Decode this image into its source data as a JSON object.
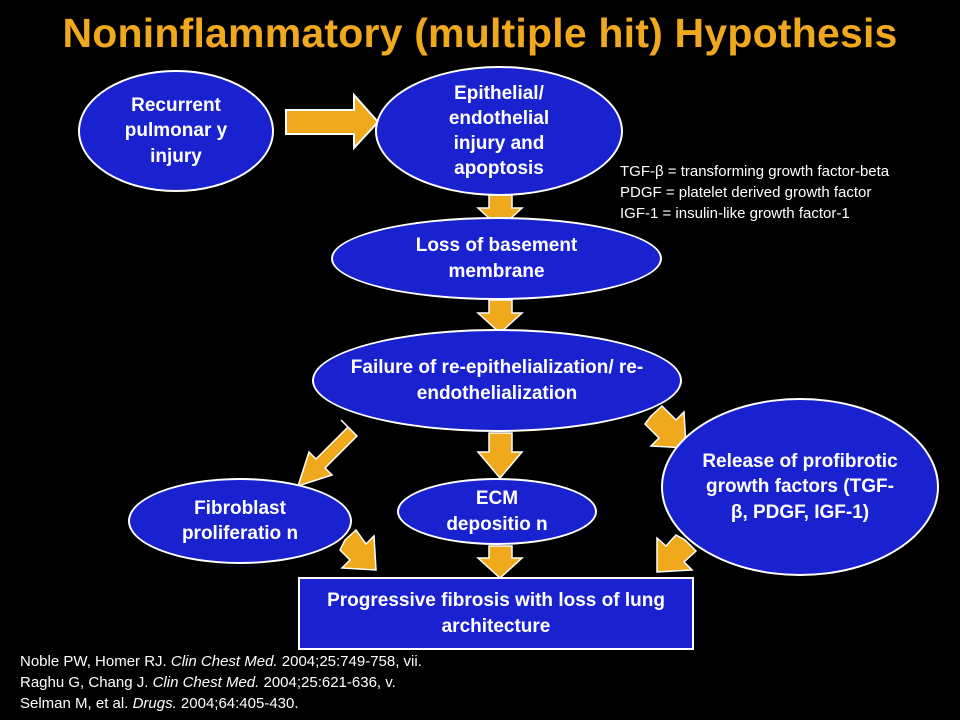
{
  "title": "Noninflammatory (multiple hit) Hypothesis",
  "colors": {
    "accent": "#f0a81c",
    "node_fill": "#1a22d0",
    "text": "#ffffff",
    "background": "#000000"
  },
  "nodes": {
    "recurrent": "Recurrent pulmonar y injury",
    "epithelial": "Epithelial/ endothelial injury and apoptosis",
    "basement": "Loss of basement membrane",
    "failure": "Failure of re-epithelialization/ re-endothelialization",
    "fibroblast": "Fibroblast proliferatio n",
    "ecm": "ECM depositio n",
    "release": "Release of profibrotic growth factors (TGF-β, PDGF, IGF-1)",
    "progressive": "Progressive fibrosis with loss of lung architecture"
  },
  "abbreviations": [
    "TGF-β = transforming growth factor-beta",
    "PDGF = platelet derived growth factor",
    "IGF-1 = insulin-like growth factor-1"
  ],
  "references": [
    {
      "authors": "Noble PW, Homer RJ.",
      "journal": "Clin Chest Med.",
      "details": "2004;25:749-758, vii."
    },
    {
      "authors": "Raghu G, Chang J.",
      "journal": "Clin Chest Med.",
      "details": "2004;25:621-636, v."
    },
    {
      "authors": "Selman M, et al.",
      "journal": "Drugs.",
      "details": "2004;64:405-430."
    }
  ]
}
